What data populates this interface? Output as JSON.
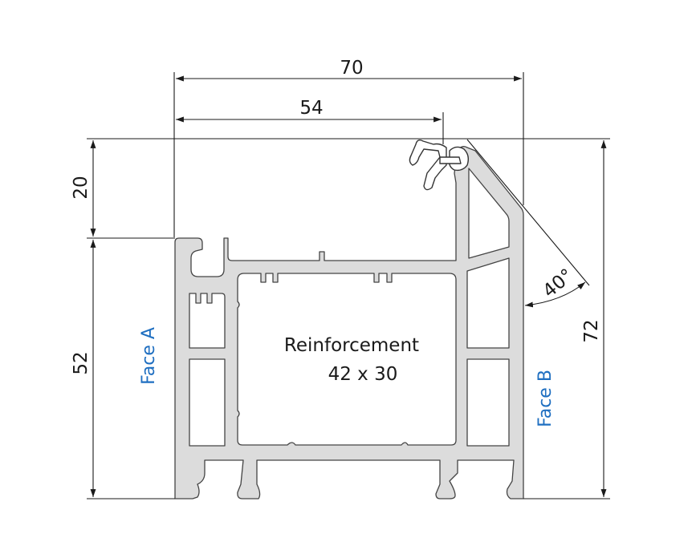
{
  "dimensions": {
    "total_width": "70",
    "inner_width": "54",
    "top_height": "20",
    "lower_height": "52",
    "total_height": "72",
    "angle": "40°"
  },
  "labels": {
    "face_a": "Face A",
    "face_b": "Face B",
    "reinforcement_title": "Reinforcement",
    "reinforcement_size": "42 x 30"
  },
  "colors": {
    "face_label": "#1f6fc1",
    "profile_fill": "#dcdcdc",
    "outline": "#444444"
  }
}
